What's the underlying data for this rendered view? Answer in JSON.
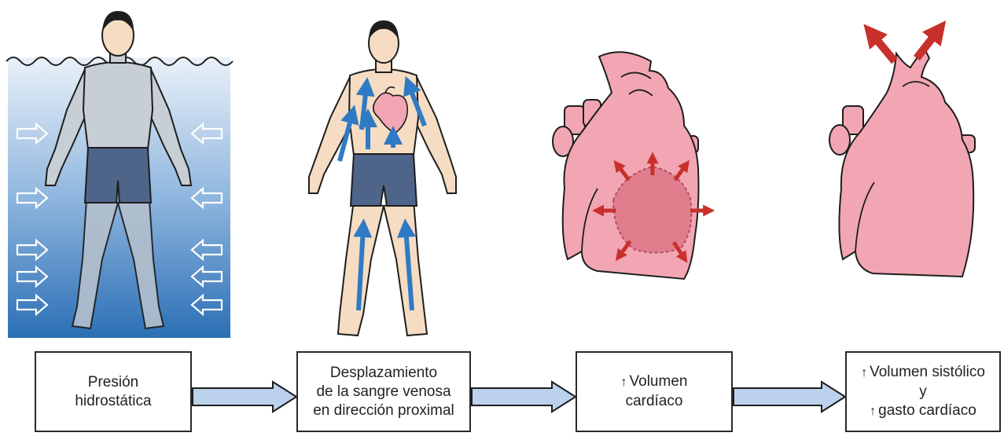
{
  "colors": {
    "water_top": "#e6eef8",
    "water_bottom": "#2e73b8",
    "skin": "#f5dcc2",
    "outline": "#1e1e1e",
    "shirt": "#c7ced6",
    "shorts": "#4e6589",
    "blood_arrow": "#2f7ac4",
    "heart": "#f2a6b3",
    "heart_dark": "#e07d8c",
    "expansion_arrow": "#c8302b",
    "flow_arrow_fill": "#bcd1ec"
  },
  "panels": [
    {
      "id": "immersion",
      "icons": [
        "water-icon",
        "swimmer-icon",
        "pressure-arrow-icon"
      ]
    },
    {
      "id": "venous-shift",
      "icons": [
        "person-icon",
        "venous-arrow-icon",
        "heart-icon"
      ]
    },
    {
      "id": "cardiac-volume",
      "icons": [
        "heart-icon",
        "expansion-arrow-icon"
      ]
    },
    {
      "id": "output",
      "icons": [
        "heart-icon",
        "ejection-arrow-icon"
      ]
    }
  ],
  "flow": {
    "box1": {
      "lines": [
        "Presión",
        "hidrostática"
      ]
    },
    "box2": {
      "lines": [
        "Desplazamiento",
        "de la sangre venosa",
        "en dirección proximal"
      ]
    },
    "box3": {
      "up": "↑",
      "lines": [
        "Volumen",
        "cardíaco"
      ]
    },
    "box4": {
      "up1": "↑",
      "line1": "Volumen sistólico",
      "line2": "y",
      "up2": "↑",
      "line3": "gasto cardíaco"
    },
    "connector_icon": "block-arrow-icon"
  }
}
